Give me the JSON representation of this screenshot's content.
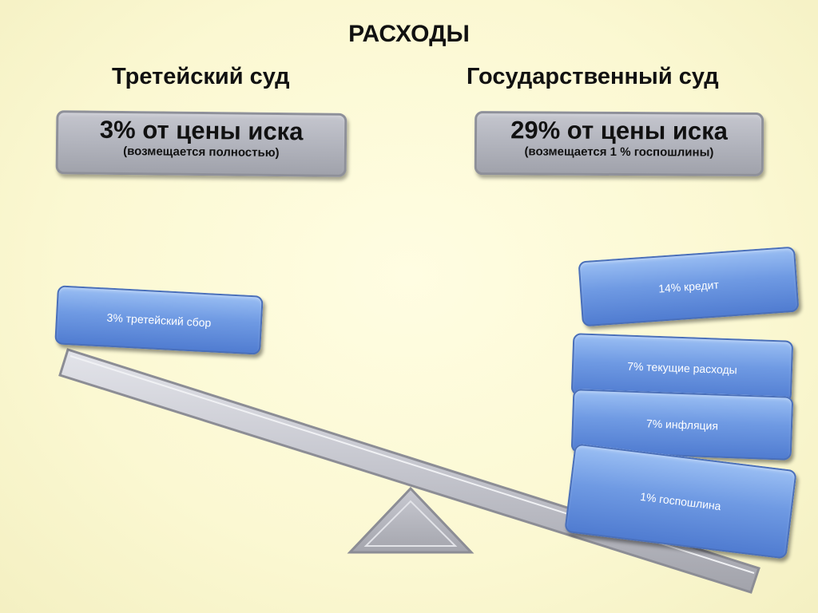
{
  "title": "РАСХОДЫ",
  "columns": {
    "left": {
      "heading": "Третейский суд",
      "main": "3% от цены иска",
      "sub": "(возмещается полностью)"
    },
    "right": {
      "heading": "Государственный суд",
      "main": "29% от цены иска",
      "sub": "(возмещается 1 % госпошлины)"
    }
  },
  "weights": {
    "left": [
      "3% третейский сбор"
    ],
    "right": [
      "14% кредит",
      "7% текущие расходы",
      "7% инфляция",
      "1% госпошлина"
    ]
  },
  "colors": {
    "background": "#fcfad6",
    "blue_box": "#6f9ae3",
    "grey_box": "#b4b6bf",
    "beam": "#c5c6ce"
  }
}
